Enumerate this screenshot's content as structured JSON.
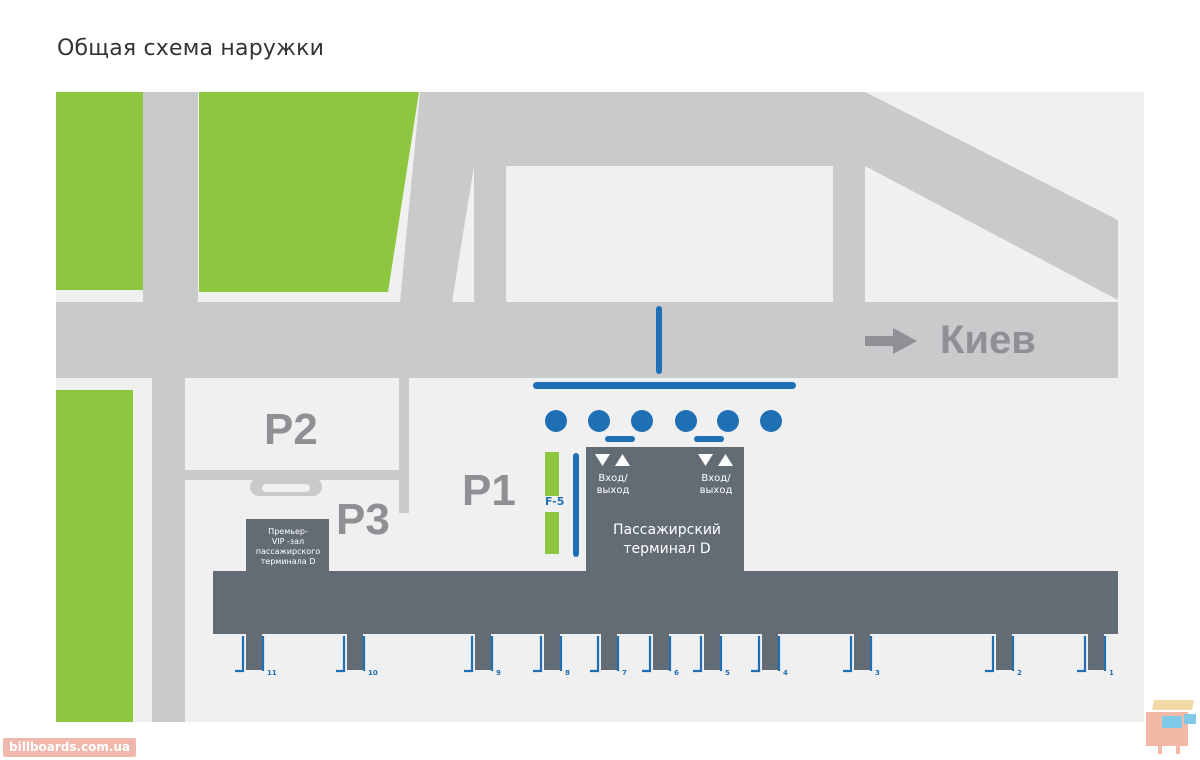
{
  "title": "Общая схема наружки",
  "map": {
    "city_label": "Киев",
    "zones": {
      "p1": "P1",
      "p2": "P2",
      "p3": "P3"
    },
    "f5_label": "F-5",
    "terminal": {
      "line1": "Пассажирский",
      "line2": "терминал D"
    },
    "entrance_left": {
      "line1": "Вход/",
      "line2": "выход"
    },
    "entrance_right": {
      "line1": "Вход/",
      "line2": "выход"
    },
    "vip": {
      "line1": "Премьер-",
      "line2": "VIP -зал",
      "line3": "пассажирского",
      "line4": "терминала D"
    },
    "gates": [
      "11",
      "10",
      "9",
      "8",
      "7",
      "6",
      "5",
      "4",
      "3",
      "2",
      "1"
    ]
  },
  "watermark": "billboards.com.ua",
  "colors": {
    "road": "#c9cacc",
    "ground": "#f0f0f0",
    "grass": "#8dc63f",
    "terminal": "#636c74",
    "billboard_blue": "#1f6fb5",
    "zone_text": "#8e9094"
  }
}
